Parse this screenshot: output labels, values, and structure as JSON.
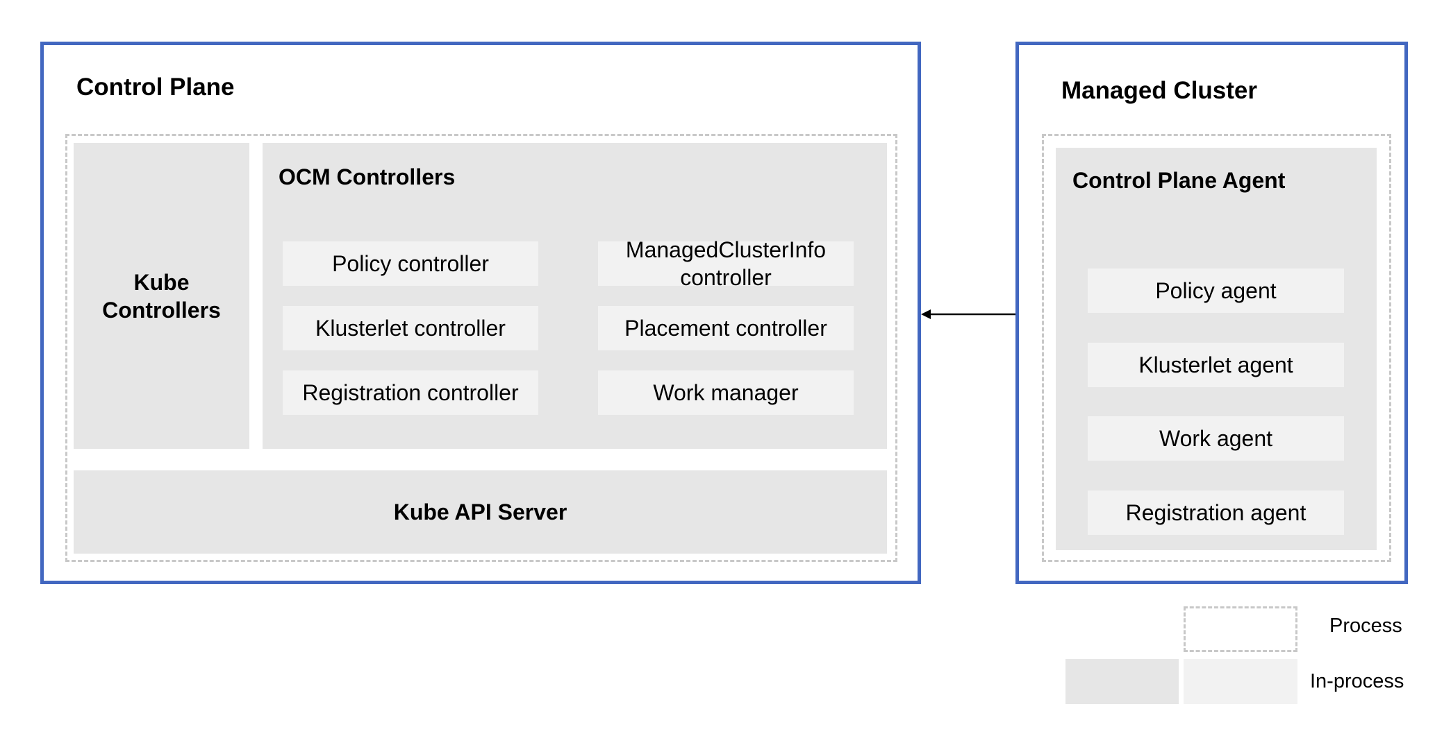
{
  "control_plane": {
    "title": "Control Plane",
    "kube_controllers": {
      "line1": "Kube",
      "line2": "Controllers"
    },
    "ocm_controllers": {
      "title": "OCM Controllers",
      "items": [
        {
          "label": "Policy controller"
        },
        {
          "line1": "ManagedClusterInfo",
          "line2": "controller"
        },
        {
          "label": "Klusterlet controller"
        },
        {
          "label": "Placement controller"
        },
        {
          "label": "Registration controller"
        },
        {
          "label": "Work manager"
        }
      ]
    },
    "kube_api_server": "Kube API Server"
  },
  "managed_cluster": {
    "title": "Managed Cluster",
    "agent": {
      "title": "Control Plane Agent",
      "items": [
        "Policy agent",
        "Klusterlet agent",
        "Work agent",
        "Registration agent"
      ]
    }
  },
  "legend": {
    "process": "Process",
    "in_process": "In-process"
  },
  "colors": {
    "outer_border": "#4267c0",
    "group_fill": "#e6e6e6",
    "item_fill": "#f2f2f2",
    "process_border": "#c8c8c8"
  }
}
